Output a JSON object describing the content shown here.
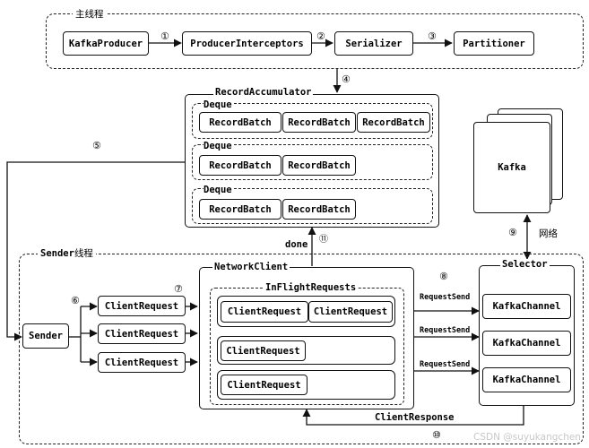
{
  "main_thread": {
    "title": "主线程",
    "producer": "KafkaProducer",
    "interceptors": "ProducerInterceptors",
    "serializer": "Serializer",
    "partitioner": "Partitioner"
  },
  "steps": {
    "s1": "①",
    "s2": "②",
    "s3": "③",
    "s4": "④",
    "s5": "⑤",
    "s6": "⑥",
    "s7": "⑦",
    "s8": "⑧",
    "s9": "⑨",
    "s10": "⑩",
    "s11": "⑪"
  },
  "accumulator": {
    "title": "RecordAccumulator",
    "deques": [
      {
        "label": "Deque",
        "batches": [
          "RecordBatch",
          "RecordBatch",
          "RecordBatch"
        ]
      },
      {
        "label": "Deque",
        "batches": [
          "RecordBatch",
          "RecordBatch"
        ]
      },
      {
        "label": "Deque",
        "batches": [
          "RecordBatch",
          "RecordBatch"
        ]
      }
    ]
  },
  "kafka": {
    "label": "Kafka",
    "network_label": "网络"
  },
  "sender_thread": {
    "title_en": "Sender",
    "title_cn": "线程",
    "sender": "Sender",
    "requests": [
      "ClientRequest",
      "ClientRequest",
      "ClientRequest"
    ],
    "done_label": "done"
  },
  "network_client": {
    "title": "NetworkClient",
    "inflight_title": "InFlightRequests",
    "rows": [
      [
        "ClientRequest",
        "ClientRequest"
      ],
      [
        "ClientRequest"
      ],
      [
        "ClientRequest"
      ]
    ]
  },
  "selector": {
    "title": "Selector",
    "channels": [
      "KafkaChannel",
      "KafkaChannel",
      "KafkaChannel"
    ],
    "request_send_labels": [
      "RequestSend",
      "RequestSend",
      "RequestSend"
    ],
    "client_response": "ClientResponse"
  },
  "watermark": "CSDN @suyukangchen"
}
